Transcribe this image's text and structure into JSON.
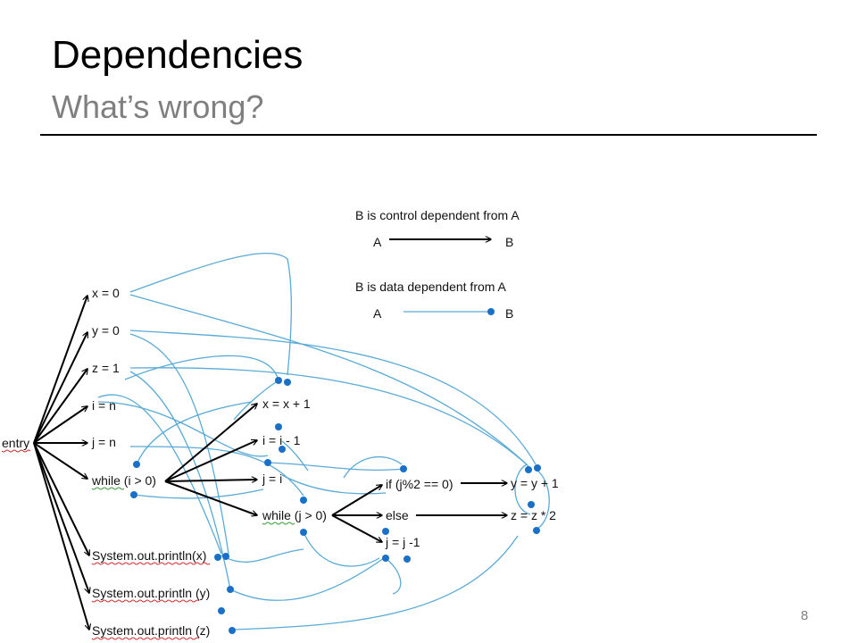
{
  "slide": {
    "title": "Dependencies",
    "subtitle": "What’s wrong?",
    "page_number": "8"
  },
  "legend": {
    "control_caption": "B is control dependent from A",
    "control_from": "A",
    "control_to": "B",
    "data_caption": "B is data dependent from A",
    "data_from": "A",
    "data_to": "B"
  },
  "nodes": {
    "entry": "entry",
    "x0": "x = 0",
    "y0": "y = 0",
    "z1": "z = 1",
    "in": "i = n",
    "jn": "j = n",
    "while_i": "while (i > 0)",
    "print_x": "System.out.println(x)",
    "print_y": "System.out.println (y)",
    "print_z": "System.out.println (z)",
    "xx1": "x = x + 1",
    "ii1": "i = i - 1",
    "ji": "j = i",
    "while_j": "while (j > 0)",
    "if_j": "if (j%2 == 0)",
    "else": "else",
    "jj1": "j = j -1",
    "yy1": "y = y + 1",
    "zz2": "z = z * 2"
  },
  "colors": {
    "control_edge": "#000000",
    "data_edge": "#5aaad6",
    "data_dot": "#1a6fc6",
    "subtitle": "#7f7f7f"
  }
}
